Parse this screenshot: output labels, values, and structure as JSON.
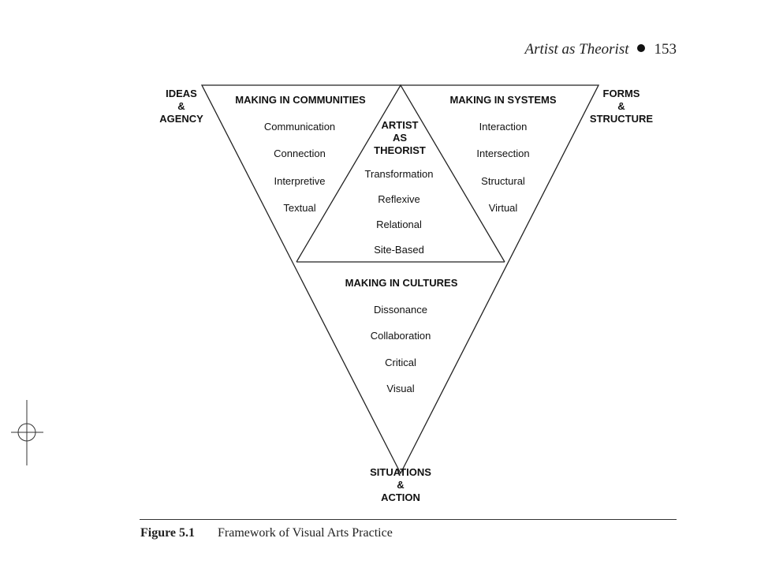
{
  "header": {
    "running_title": "Artist as Theorist",
    "page_number": "153"
  },
  "corners": {
    "top_left": [
      "IDEAS",
      "&",
      "AGENCY"
    ],
    "top_right": [
      "FORMS",
      "&",
      "STRUCTURE"
    ],
    "bottom": [
      "SITUATIONS",
      "&",
      "ACTION"
    ]
  },
  "sections": {
    "communities": {
      "title": "MAKING IN COMMUNITIES",
      "items": [
        "Communication",
        "Connection",
        "Interpretive",
        "Textual"
      ]
    },
    "center": {
      "title": [
        "ARTIST",
        "AS",
        "THEORIST"
      ],
      "items": [
        "Transformation",
        "Reflexive",
        "Relational",
        "Site-Based"
      ]
    },
    "systems": {
      "title": "MAKING IN SYSTEMS",
      "items": [
        "Interaction",
        "Intersection",
        "Structural",
        "Virtual"
      ]
    },
    "cultures": {
      "title": "MAKING IN CULTURES",
      "items": [
        "Dissonance",
        "Collaboration",
        "Critical",
        "Visual"
      ]
    }
  },
  "caption": {
    "label": "Figure 5.1",
    "text": "Framework of Visual Arts Practice"
  }
}
